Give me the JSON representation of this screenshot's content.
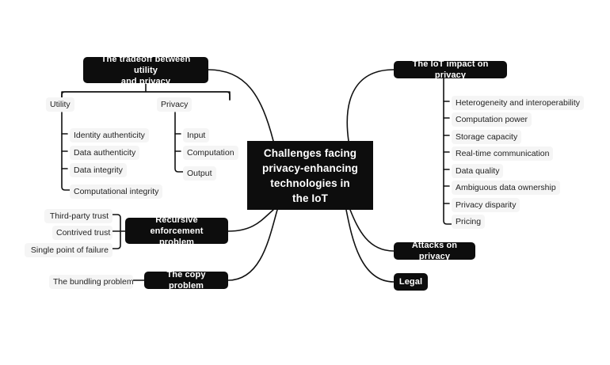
{
  "diagram": {
    "type": "mind-map",
    "background": "#ffffff",
    "node_color": "#0d0d0d",
    "node_text_color": "#ffffff",
    "leaf_color": "#f5f5f5",
    "leaf_text_color": "#232323",
    "link_color": "#111111",
    "center": {
      "label": "Challenges facing privacy-enhancing technologies in the IoT",
      "lines": [
        "Challenges facing",
        "privacy-enhancing",
        "technologies in",
        "the IoT"
      ]
    },
    "branches": [
      {
        "id": "tradeoff",
        "label": "The tradeoff between utility and privacy",
        "lines": [
          "The tradeoff between utility",
          "and privacy"
        ],
        "side": "top-left",
        "children": [
          {
            "label": "Utility",
            "children": [
              {
                "label": "Identity authenticity"
              },
              {
                "label": "Data authenticity"
              },
              {
                "label": "Data integrity"
              },
              {
                "label": "Computational integrity"
              }
            ]
          },
          {
            "label": "Privacy",
            "children": [
              {
                "label": "Input"
              },
              {
                "label": "Computation"
              },
              {
                "label": "Output"
              }
            ]
          }
        ]
      },
      {
        "id": "iot-impact",
        "label": "The IoT impact on privacy",
        "side": "top-right",
        "children": [
          {
            "label": "Heterogeneity and interoperability"
          },
          {
            "label": "Computation power"
          },
          {
            "label": "Storage capacity"
          },
          {
            "label": "Real-time communication"
          },
          {
            "label": "Data quality"
          },
          {
            "label": "Ambiguous data ownership"
          },
          {
            "label": "Privacy disparity"
          },
          {
            "label": "Pricing"
          }
        ]
      },
      {
        "id": "recursive-enforcement",
        "label": "Recursive enforcement problem",
        "lines": [
          "Recursive enforcement",
          "problem"
        ],
        "side": "left",
        "children": [
          {
            "label": "Third-party trust"
          },
          {
            "label": "Contrived trust"
          },
          {
            "label": "Single point of failure"
          }
        ]
      },
      {
        "id": "copy-problem",
        "label": "The copy problem",
        "side": "bottom-left",
        "children": [
          {
            "label": "The bundling problem"
          }
        ]
      },
      {
        "id": "attacks",
        "label": "Attacks on privacy",
        "side": "bottom-right",
        "children": []
      },
      {
        "id": "legal",
        "label": "Legal",
        "side": "bottom-right",
        "children": []
      }
    ]
  }
}
